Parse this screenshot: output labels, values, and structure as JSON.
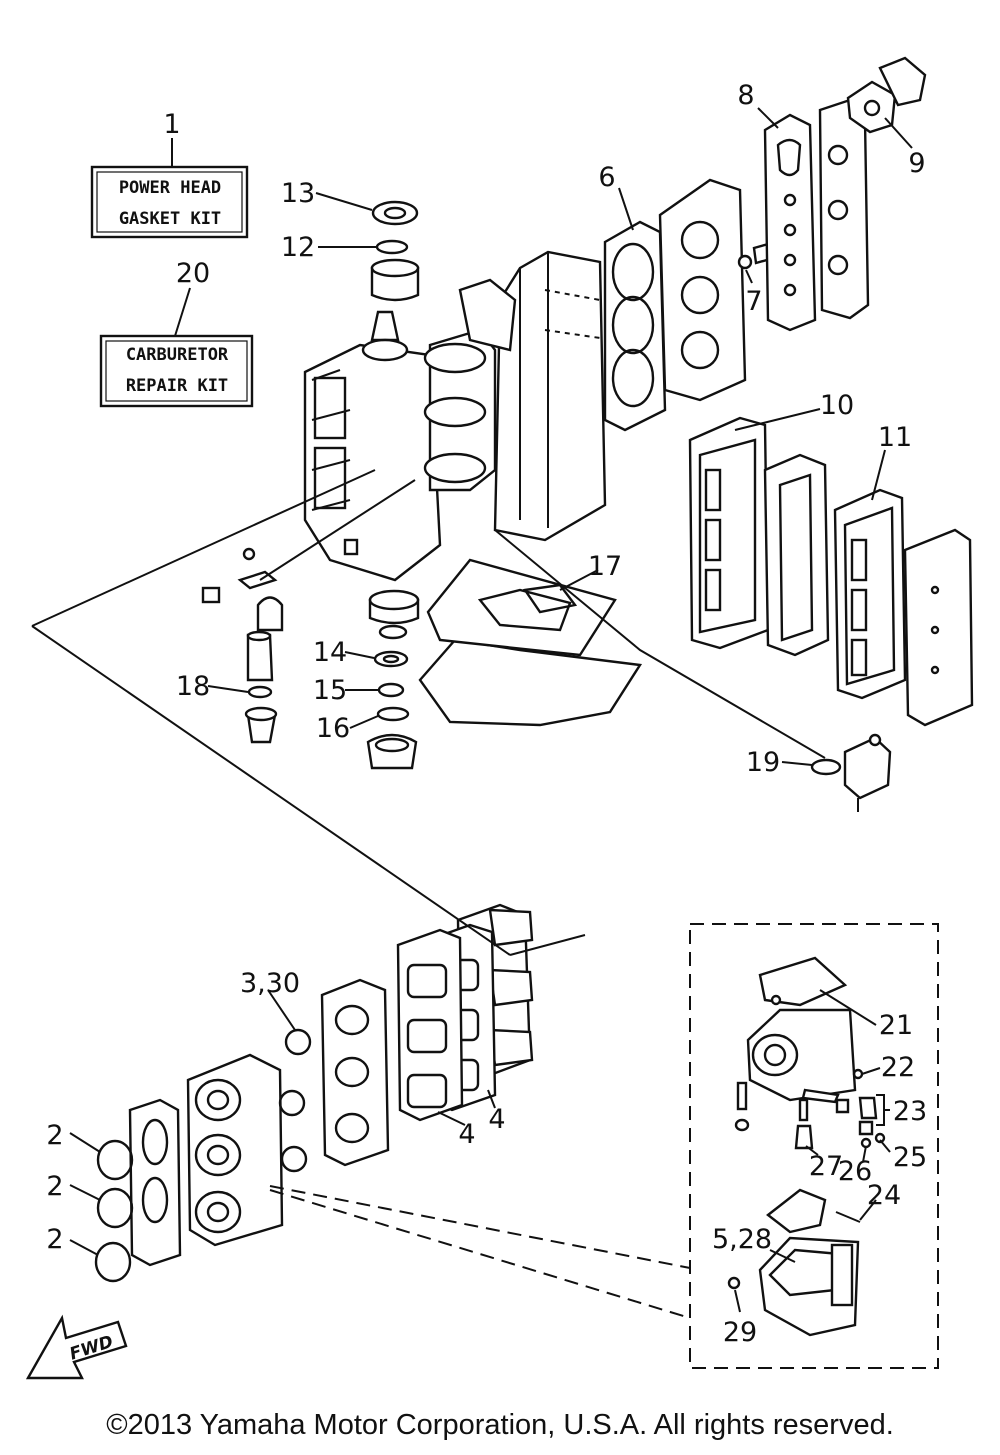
{
  "kits": {
    "power_head": {
      "number": "1",
      "line1": "POWER HEAD",
      "line2": "GASKET KIT"
    },
    "carburetor": {
      "number": "20",
      "line1": "CARBURETOR",
      "line2": "REPAIR KIT"
    }
  },
  "callouts": {
    "c2a": "2",
    "c2b": "2",
    "c2c": "2",
    "c3_30": "3,30",
    "c4a": "4",
    "c4b": "4",
    "c5_28": "5,28",
    "c6": "6",
    "c7": "7",
    "c8": "8",
    "c9": "9",
    "c10": "10",
    "c11": "11",
    "c12": "12",
    "c13": "13",
    "c14": "14",
    "c15": "15",
    "c16": "16",
    "c17": "17",
    "c18": "18",
    "c19": "19",
    "c21": "21",
    "c22": "22",
    "c23": "23",
    "c24": "24",
    "c25": "25",
    "c26": "26",
    "c27": "27",
    "c29": "29"
  },
  "fwd_arrow": "FWD",
  "copyright": "©2013 Yamaha Motor Corporation, U.S.A. All rights reserved."
}
